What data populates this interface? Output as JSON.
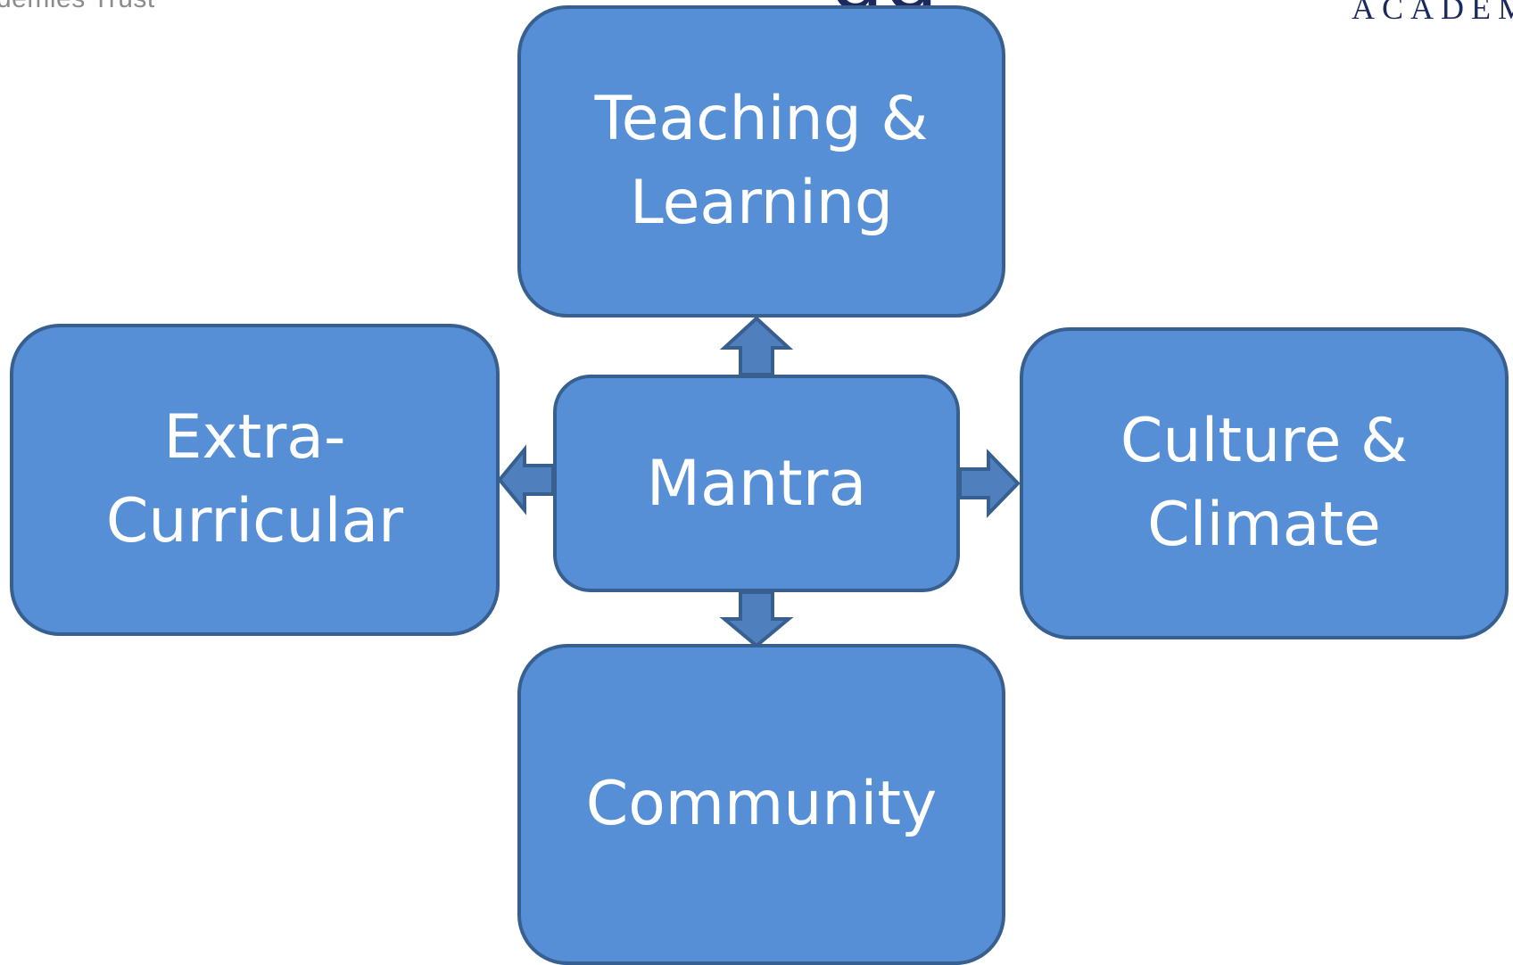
{
  "header": {
    "left_text": "demies Trust",
    "title_fragment": "gg",
    "right_text": "ACADEM"
  },
  "colors": {
    "node_fill": "#568fd5",
    "node_border": "#375f8f",
    "text": "#ffffff",
    "header_text": "#1b2a5e"
  },
  "diagram": {
    "center": {
      "label": "Mantra"
    },
    "nodes": [
      {
        "id": "top",
        "lines": [
          "Teaching &",
          "Learning"
        ]
      },
      {
        "id": "left",
        "lines": [
          "Extra-",
          "Curricular"
        ]
      },
      {
        "id": "right",
        "lines": [
          "Culture &",
          "Climate"
        ]
      },
      {
        "id": "bottom",
        "lines": [
          "Community"
        ]
      }
    ],
    "edges": [
      {
        "from": "Mantra",
        "to": "Teaching & Learning"
      },
      {
        "from": "Mantra",
        "to": "Extra-Curricular"
      },
      {
        "from": "Mantra",
        "to": "Culture & Climate"
      },
      {
        "from": "Mantra",
        "to": "Community"
      }
    ]
  }
}
